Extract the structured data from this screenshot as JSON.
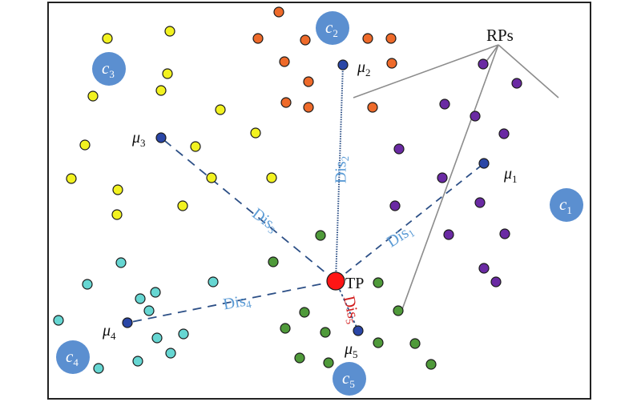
{
  "labels": {
    "rps": "RPs",
    "tp": "TP"
  },
  "colors": {
    "cluster1": "#6a2aa3",
    "cluster2": "#ee6a2a",
    "cluster3": "#f2f220",
    "cluster4": "#66d6d2",
    "cluster5": "#4f9a3a",
    "centroid": "#2a46a6",
    "tp": "#ff1515",
    "cluster_badge": "#5b8fd0",
    "dis_line": "#2c4f86",
    "dis_text": "#5b9bd5",
    "dis5_text": "#d21f1f",
    "rp_line": "#8c8c8c"
  },
  "clusters": [
    {
      "id": "1",
      "badge": "c",
      "sub": "1"
    },
    {
      "id": "2",
      "badge": "c",
      "sub": "2"
    },
    {
      "id": "3",
      "badge": "c",
      "sub": "3"
    },
    {
      "id": "4",
      "badge": "c",
      "sub": "4"
    },
    {
      "id": "5",
      "badge": "c",
      "sub": "5"
    }
  ],
  "centroids": [
    {
      "id": "1",
      "sym": "μ",
      "sub": "1"
    },
    {
      "id": "2",
      "sym": "μ",
      "sub": "2"
    },
    {
      "id": "3",
      "sym": "μ",
      "sub": "3"
    },
    {
      "id": "4",
      "sym": "μ",
      "sub": "4"
    },
    {
      "id": "5",
      "sym": "μ",
      "sub": "5"
    }
  ],
  "distances": [
    {
      "id": "1",
      "text": "Dis",
      "sub": "1"
    },
    {
      "id": "2",
      "text": "Dis",
      "sub": "2"
    },
    {
      "id": "3",
      "text": "Dis",
      "sub": "3"
    },
    {
      "id": "4",
      "text": "Dis",
      "sub": "4"
    },
    {
      "id": "5",
      "text": "Dis",
      "sub": "5"
    }
  ]
}
